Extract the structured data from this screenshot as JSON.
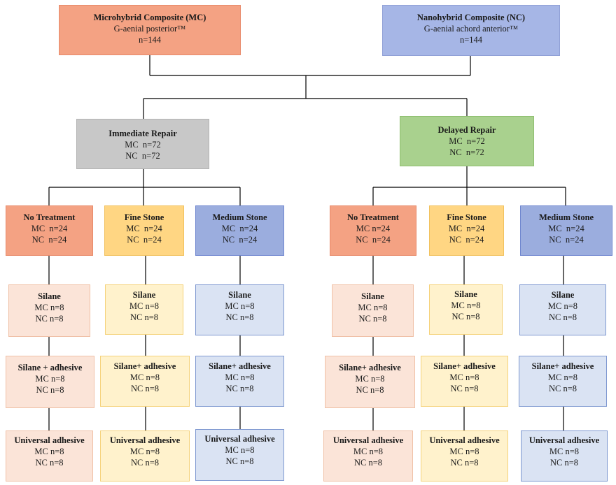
{
  "root": {
    "mc": {
      "title": "Microhybrid Composite (MC)",
      "product": "G-aenial posterior™",
      "n": "n=144"
    },
    "nc": {
      "title": "Nanohybrid Composite (NC)",
      "product": "G-aenial achord anterior™",
      "n": "n=144"
    }
  },
  "repair": {
    "immediate": {
      "title": "Immediate Repair",
      "mc": "MC  n=72",
      "nc": "NC  n=72"
    },
    "delayed": {
      "title": "Delayed Repair",
      "mc": "MC  n=72",
      "nc": "NC  n=72"
    }
  },
  "immediate": {
    "treatments": [
      {
        "title": "No Treatment",
        "mc": "MC  n=24",
        "nc": "NC  n=24"
      },
      {
        "title": "Fine Stone",
        "mc": "MC  n=24",
        "nc": "NC  n=24"
      },
      {
        "title": "Medium Stone",
        "mc": "MC  n=24",
        "nc": "NC  n=24"
      }
    ],
    "col0": [
      {
        "title": "Silane",
        "mc": "MC n=8",
        "nc": "NC n=8"
      },
      {
        "title": "Silane + adhesive",
        "mc": "MC n=8",
        "nc": "NC n=8"
      },
      {
        "title": "Universal adhesive",
        "mc": "MC n=8",
        "nc": "NC n=8"
      }
    ],
    "col1": [
      {
        "title": "Silane",
        "mc": "MC n=8",
        "nc": "NC n=8"
      },
      {
        "title": "Silane+ adhesive",
        "mc": "MC n=8",
        "nc": "NC n=8"
      },
      {
        "title": "Universal adhesive",
        "mc": "MC n=8",
        "nc": "NC n=8"
      }
    ],
    "col2": [
      {
        "title": "Silane",
        "mc": "MC n=8",
        "nc": "NC n=8"
      },
      {
        "title": "Silane+ adhesive",
        "mc": "MC n=8",
        "nc": "NC n=8"
      },
      {
        "title": "Universal adhesive",
        "mc": "MC n=8",
        "nc": "NC n=8"
      }
    ]
  },
  "delayed": {
    "treatments": [
      {
        "title": "No Treatment",
        "mc": "MC n=24",
        "nc": "NC  n=24"
      },
      {
        "title": "Fine Stone",
        "mc": "MC  n=24",
        "nc": "NC  n=24"
      },
      {
        "title": "Medium Stone",
        "mc": "MC  n=24",
        "nc": "NC  n=24"
      }
    ],
    "col0": [
      {
        "title": "Silane",
        "mc": "MC n=8",
        "nc": "NC n=8"
      },
      {
        "title": "Silane+ adhesive",
        "mc": "MC n=8",
        "nc": "NC n=8"
      },
      {
        "title": "Universal adhesive",
        "mc": "MC n=8",
        "nc": "NC n=8"
      }
    ],
    "col1": [
      {
        "title": "Silane",
        "mc": "MC n=8",
        "nc": "NC n=8"
      },
      {
        "title": "Silane+ adhesive",
        "mc": "MC n=8",
        "nc": "NC n=8"
      },
      {
        "title": "Universal adhesive",
        "mc": "MC n=8",
        "nc": "NC n=8"
      }
    ],
    "col2": [
      {
        "title": "Silane",
        "mc": "MC n=8",
        "nc": "NC n=8"
      },
      {
        "title": "Silane+ adhesive",
        "mc": "MC n=8",
        "nc": "NC n=8"
      },
      {
        "title": "Universal adhesive",
        "mc": "MC n=8",
        "nc": "NC n=8"
      }
    ]
  }
}
